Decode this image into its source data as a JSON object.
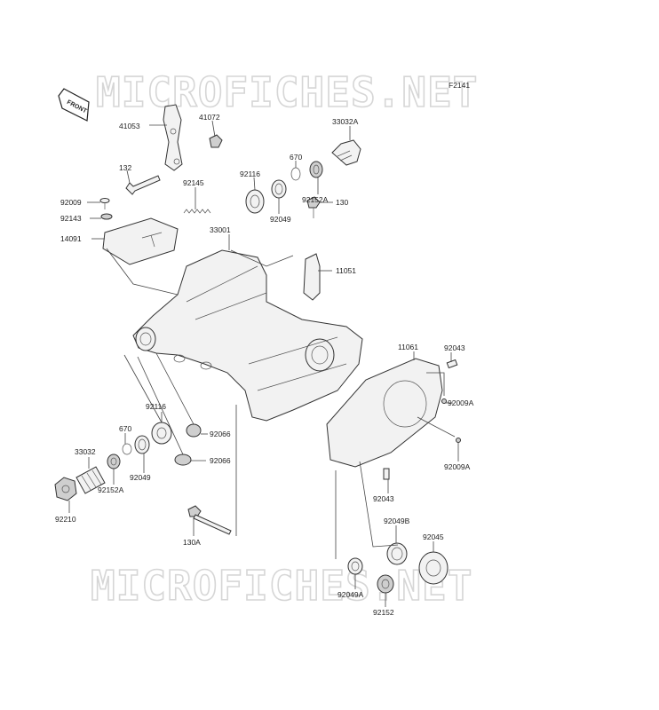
{
  "figure_code": "F2141",
  "front_label": "FRONT",
  "watermark": "MICROFICHES.NET",
  "parts": [
    {
      "num": "41053"
    },
    {
      "num": "41072"
    },
    {
      "num": "132"
    },
    {
      "num": "92009"
    },
    {
      "num": "92143"
    },
    {
      "num": "14091"
    },
    {
      "num": "92145"
    },
    {
      "num": "92116"
    },
    {
      "num": "670"
    },
    {
      "num": "33032A"
    },
    {
      "num": "92049"
    },
    {
      "num": "92152A"
    },
    {
      "num": "130"
    },
    {
      "num": "33001"
    },
    {
      "num": "11051"
    },
    {
      "num": "11061"
    },
    {
      "num": "92043"
    },
    {
      "num": "92009A"
    },
    {
      "num": "92009A"
    },
    {
      "num": "92116"
    },
    {
      "num": "670"
    },
    {
      "num": "92066"
    },
    {
      "num": "92066"
    },
    {
      "num": "33032"
    },
    {
      "num": "92049"
    },
    {
      "num": "92152A"
    },
    {
      "num": "92210"
    },
    {
      "num": "130A"
    },
    {
      "num": "92043"
    },
    {
      "num": "92049B"
    },
    {
      "num": "92045"
    },
    {
      "num": "92049A"
    },
    {
      "num": "92152"
    }
  ]
}
